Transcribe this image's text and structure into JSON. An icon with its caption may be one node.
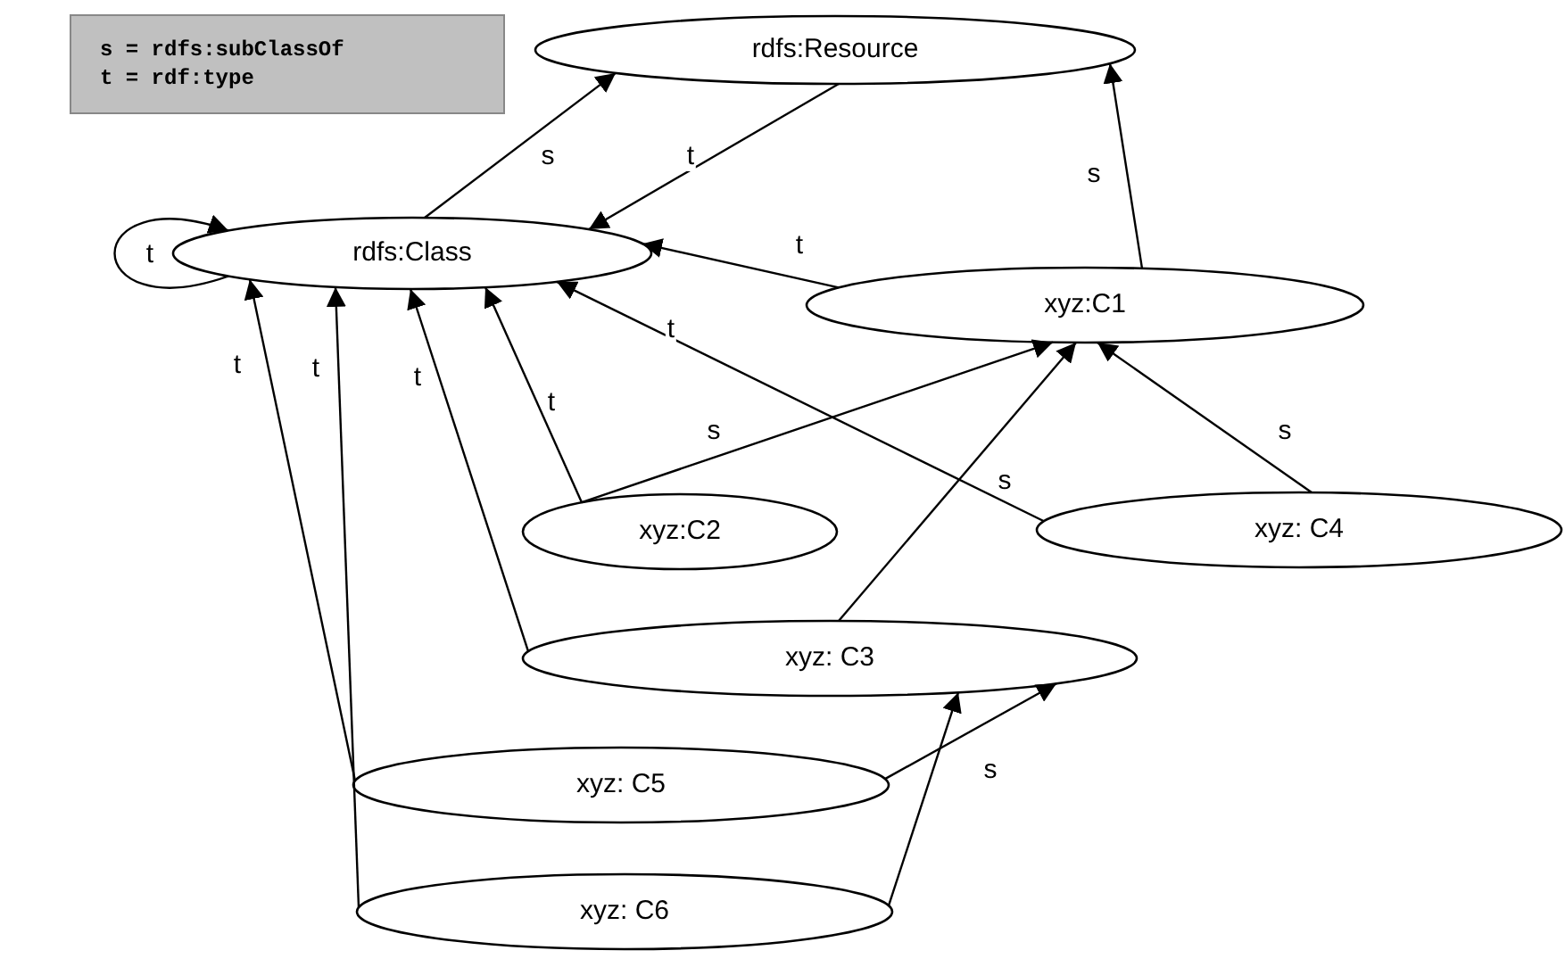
{
  "diagram": {
    "nodes": [
      {
        "text": [
          "s = rdfs:subClassOf",
          "t = rdf:type"
        ]
      },
      {
        "text": [
          "rdfs:Resource"
        ]
      },
      {
        "text": [
          "rdfs:Class"
        ]
      },
      {
        "text": [
          "xyz:C1"
        ]
      },
      {
        "text": [
          "xyz:C2"
        ]
      },
      {
        "text": [
          "xyz: C4"
        ]
      },
      {
        "text": [
          "xyz: C3"
        ]
      },
      {
        "text": [
          "xyz: C5"
        ]
      },
      {
        "text": [
          "xyz: C6"
        ]
      }
    ],
    "edges": [
      {
        "from": 2,
        "to": 1,
        "arrow": "to",
        "label": "s"
      },
      {
        "from": 1,
        "to": 2,
        "arrow": "to",
        "label": "t"
      },
      {
        "from": 2,
        "to": 2,
        "arrow": "to",
        "label": "t"
      },
      {
        "from": 3,
        "to": 1,
        "arrow": "to",
        "label": "s"
      },
      {
        "from": 3,
        "to": 2,
        "arrow": "to",
        "label": "t"
      },
      {
        "from": 4,
        "to": 2,
        "arrow": "to",
        "label": "t"
      },
      {
        "from": 4,
        "to": 3,
        "arrow": "to",
        "label": "s"
      },
      {
        "from": 6,
        "to": 3,
        "arrow": "to",
        "label": "s"
      },
      {
        "from": 5,
        "to": 3,
        "arrow": "to",
        "label": "s"
      },
      {
        "from": 5,
        "to": 2,
        "arrow": "to",
        "label": "t"
      },
      {
        "from": 6,
        "to": 2,
        "arrow": "to",
        "label": "t"
      },
      {
        "from": 7,
        "to": 2,
        "arrow": "to",
        "label": "t"
      },
      {
        "from": 8,
        "to": 2,
        "arrow": "to",
        "label": "t"
      },
      {
        "from": 7,
        "to": 6,
        "arrow": "to",
        "label": "s"
      },
      {
        "from": 8,
        "to": 6,
        "arrow": "to"
      }
    ]
  }
}
